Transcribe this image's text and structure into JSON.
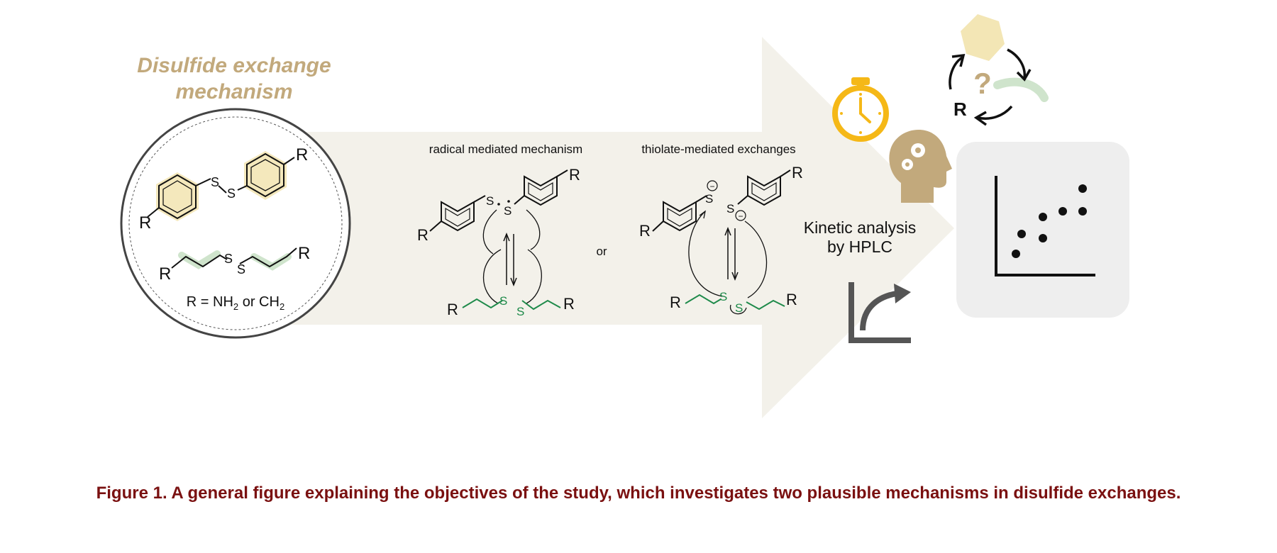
{
  "title": {
    "line1": "Disulfide exchange",
    "line2": "mechanism"
  },
  "r_definition": {
    "prefix": "R = NH",
    "mid": " or CH",
    "sub": "2"
  },
  "labels": {
    "R": "R",
    "S": "S",
    "or": "or",
    "minus": "−"
  },
  "mechanisms": {
    "radical": "radical mediated mechanism",
    "thiolate": "thiolate-mediated exchanges"
  },
  "analysis": {
    "line1": "Kinetic analysis",
    "line2": "by HPLC"
  },
  "question_mark": "?",
  "caption": "Figure 1. A general figure explaining the objectives of the study, which investigates two plausible mechanisms in disulfide exchanges.",
  "colors": {
    "title": "#c2a97c",
    "arrow_background": "#f3f1ea",
    "green": "#1e8a4a",
    "stopwatch": "#f5b817",
    "head": "#c2a97c",
    "caption": "#7a1010",
    "plot_panel": "#eeeeee"
  },
  "icons": [
    "stopwatch-icon",
    "head-gears-icon",
    "growth-curve-icon",
    "cycle-question-icon",
    "scatter-plot-icon"
  ]
}
